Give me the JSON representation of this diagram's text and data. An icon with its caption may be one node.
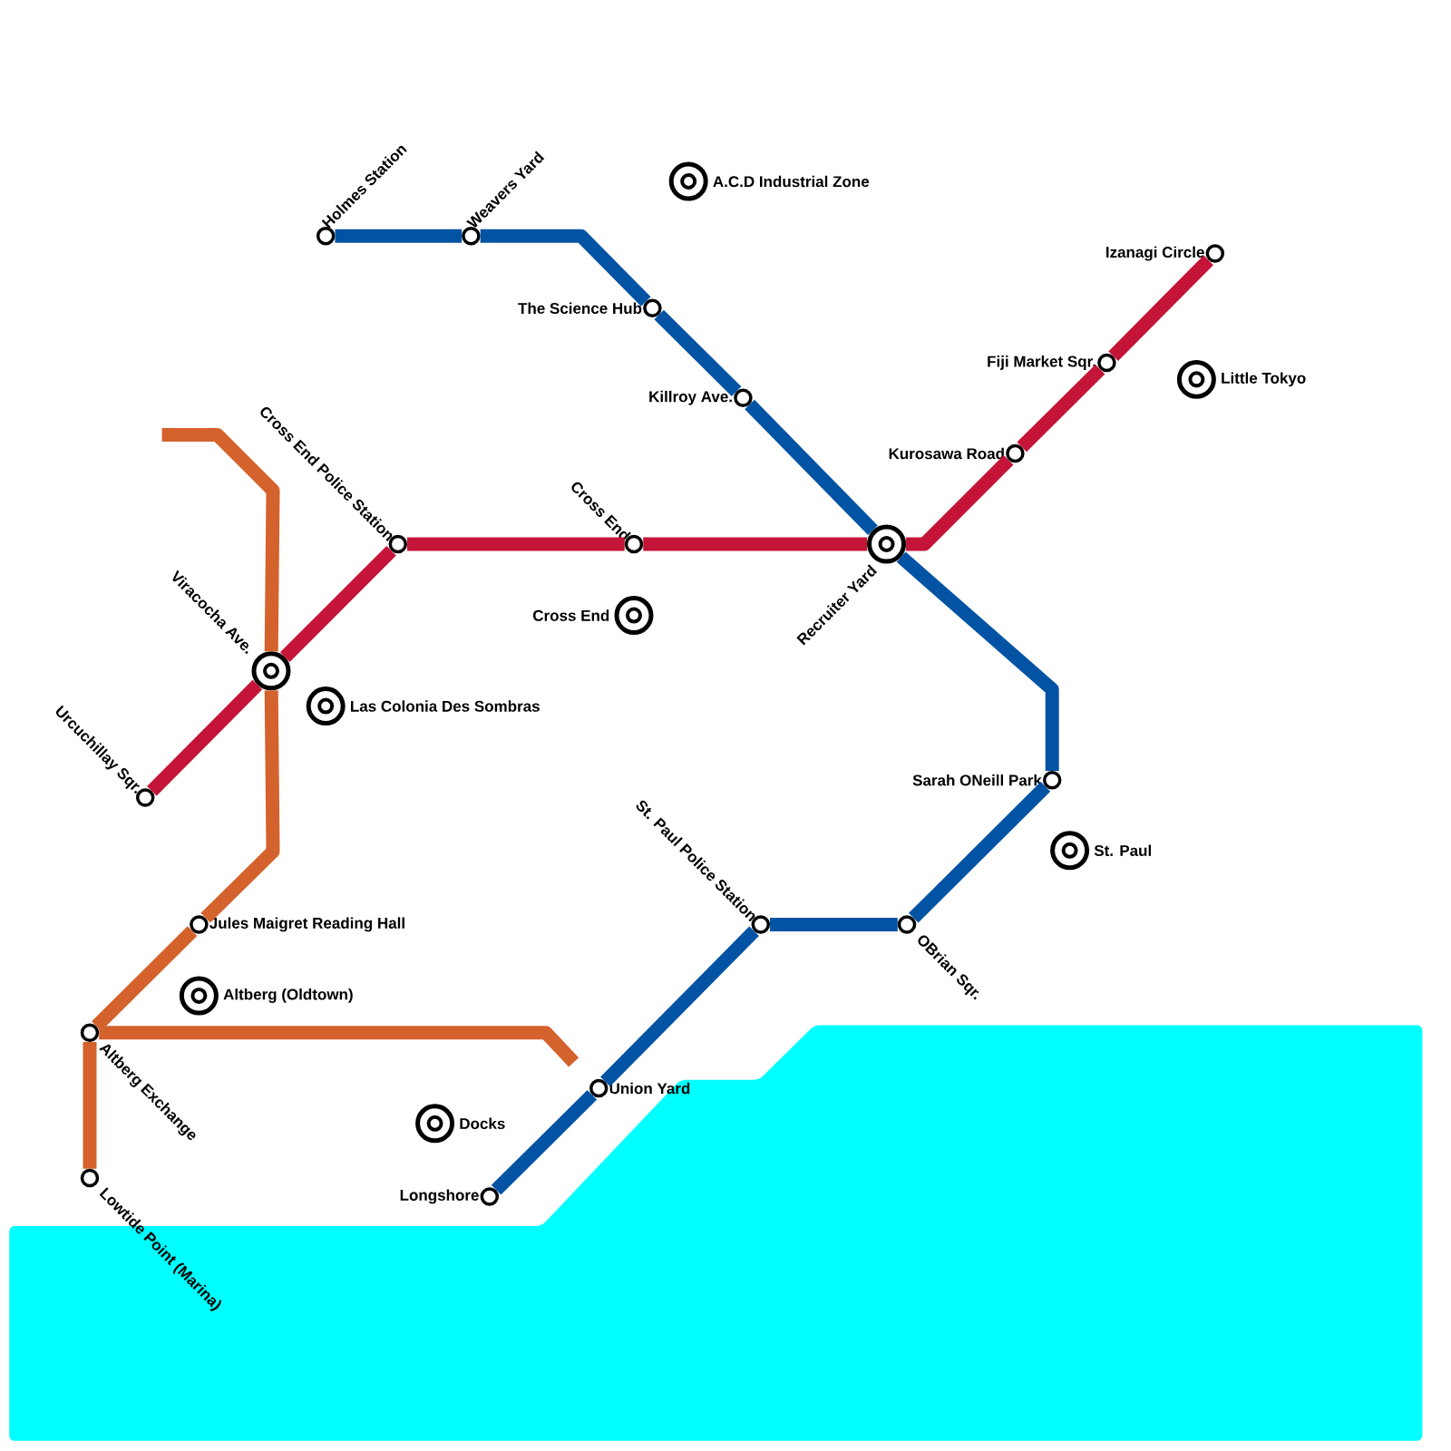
{
  "diagram": {
    "nodes": [
      {
        "text": [
          "Holmes Station"
        ]
      },
      {
        "text": [
          "Weavers Yard"
        ]
      },
      {
        "text": [
          "A.C.D Industrial Zone"
        ]
      },
      {
        "text": [
          "Izanagi Circle"
        ]
      },
      {
        "text": [
          "The Science Hub"
        ]
      },
      {
        "text": [
          "Fiji Market Sqr."
        ]
      },
      {
        "text": [
          "Little Tokyo"
        ]
      },
      {
        "text": [
          "Killroy Ave."
        ]
      },
      {
        "text": [
          "Kurosawa Road"
        ]
      },
      {
        "text": [
          "Cross End Police Station"
        ]
      },
      {
        "text": [
          "Cross End"
        ]
      },
      {
        "text": [
          "Recruiter Yard"
        ]
      },
      {
        "text": [
          "Cross End"
        ]
      },
      {
        "text": [
          "Viracocha Ave."
        ]
      },
      {
        "text": [
          "Las Colonia Des Sombras"
        ]
      },
      {
        "text": [
          "Sarah ONeill Park"
        ]
      },
      {
        "text": [
          "Urcuchillay Sqr."
        ]
      },
      {
        "text": [
          "St. Paul"
        ]
      },
      {
        "text": [
          "St. Paul Police Station"
        ]
      },
      {
        "text": [
          "OBrian Sqr."
        ]
      },
      {
        "text": [
          "Jules Maigret Reading Hall"
        ]
      },
      {
        "text": [
          "Altberg (Oldtown)"
        ]
      },
      {
        "text": [
          "Altberg Exchange"
        ]
      },
      {
        "text": [
          "Union Yard"
        ]
      },
      {
        "text": [
          "Docks"
        ]
      },
      {
        "text": [
          "Longshore"
        ]
      },
      {
        "text": [
          "Lowtide Point (Marina)"
        ]
      }
    ],
    "edges": [
      {
        "from": 0,
        "to": 1,
        "arrow": "none",
        "color": "#0353a4"
      },
      {
        "from": 1,
        "to": 4,
        "arrow": "none",
        "color": "#0353a4"
      },
      {
        "from": 4,
        "to": 7,
        "arrow": "none",
        "color": "#0353a4"
      },
      {
        "from": 7,
        "to": 11,
        "arrow": "none",
        "color": "#0353a4"
      },
      {
        "from": 11,
        "to": 15,
        "arrow": "none",
        "color": "#0353a4"
      },
      {
        "from": 15,
        "to": 19,
        "arrow": "none",
        "color": "#0353a4"
      },
      {
        "from": 19,
        "to": 18,
        "arrow": "none",
        "color": "#0353a4"
      },
      {
        "from": 18,
        "to": 23,
        "arrow": "none",
        "color": "#0353a4"
      },
      {
        "from": 23,
        "to": 25,
        "arrow": "none",
        "color": "#0353a4"
      },
      {
        "from": 16,
        "to": 13,
        "arrow": "none",
        "color": "#c41438"
      },
      {
        "from": 13,
        "to": 9,
        "arrow": "none",
        "color": "#c41438"
      },
      {
        "from": 9,
        "to": 10,
        "arrow": "none",
        "color": "#c41438"
      },
      {
        "from": 10,
        "to": 11,
        "arrow": "none",
        "color": "#c41438"
      },
      {
        "from": 11,
        "to": 8,
        "arrow": "none",
        "color": "#c41438"
      },
      {
        "from": 8,
        "to": 5,
        "arrow": "none",
        "color": "#c41438"
      },
      {
        "from": 5,
        "to": 3,
        "arrow": "none",
        "color": "#c41438"
      },
      {
        "from": null,
        "to": 13,
        "arrow": "none",
        "color": "#d4622c"
      },
      {
        "from": 13,
        "to": 20,
        "arrow": "none",
        "color": "#d4622c"
      },
      {
        "from": 20,
        "to": 22,
        "arrow": "none",
        "color": "#d4622c"
      },
      {
        "from": 22,
        "to": 26,
        "arrow": "none",
        "color": "#d4622c"
      },
      {
        "from": 22,
        "to": null,
        "arrow": "none",
        "color": "#d4622c"
      }
    ]
  }
}
